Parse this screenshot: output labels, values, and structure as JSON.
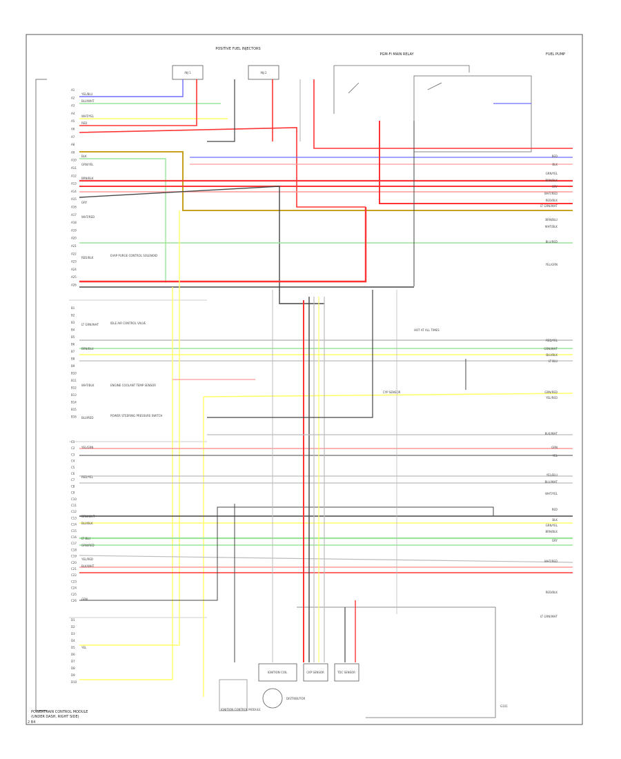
{
  "diagram": {
    "top_title": "POSITIVE FUEL INJECTORS",
    "top_right_title": "PGM-FI MAIN RELAY",
    "right_block_title": "FUEL PUMP",
    "bottom_left_title": "POWERTRAIN CONTROL MODULE",
    "bottom_left_subtitle": "(UNDER DASH, RIGHT SIDE)",
    "corner_code": "2 B4",
    "pin_labels": [
      "A1",
      "A2",
      "A3",
      "A4",
      "A5",
      "A6",
      "A7",
      "A8",
      "A9",
      "A10",
      "A11",
      "A12",
      "A13",
      "A14",
      "A15",
      "A16",
      "A17",
      "A18",
      "A19",
      "A20",
      "A21",
      "A22",
      "A23",
      "A24",
      "A25",
      "A26",
      "B1",
      "B2",
      "B3",
      "B4",
      "B5",
      "B6",
      "B7",
      "B8",
      "B9",
      "B10",
      "B11",
      "B12",
      "B13",
      "B14",
      "B15",
      "B16",
      "C1",
      "C2",
      "C3",
      "C4",
      "C5",
      "C6",
      "C7",
      "C8",
      "C9",
      "C10",
      "C11",
      "C12",
      "C13",
      "C14",
      "C15",
      "C16",
      "C17",
      "C18",
      "C19",
      "C20",
      "C21",
      "C22",
      "C23",
      "C24",
      "C25",
      "C26",
      "D1",
      "D2",
      "D3",
      "D4",
      "D5",
      "D6",
      "D7",
      "D8",
      "D9",
      "D10"
    ],
    "components": [
      {
        "id": "inj1",
        "label": "INJ 1"
      },
      {
        "id": "inj2",
        "label": "INJ 2"
      },
      {
        "id": "evap",
        "label": "EVAP PURGE CONTROL SOLENOID"
      },
      {
        "id": "iacv",
        "label": "IDLE AIR CONTROL VALVE"
      },
      {
        "id": "psp",
        "label": "POWER STEERING PRESSURE SWITCH"
      },
      {
        "id": "ect",
        "label": "ENGINE COOLANT TEMP SENSOR"
      },
      {
        "id": "ckp",
        "label": "CKP SENSOR"
      },
      {
        "id": "tdc",
        "label": "TDC SENSOR"
      },
      {
        "id": "cyp",
        "label": "CYP SENSOR"
      },
      {
        "id": "dist",
        "label": "DISTRIBUTOR"
      },
      {
        "id": "ign",
        "label": "IGNITION COIL"
      },
      {
        "id": "icm",
        "label": "IGNITION CONTROL MODULE"
      },
      {
        "id": "hot",
        "label": "HOT AT ALL TIMES"
      },
      {
        "id": "g101",
        "label": "G101"
      }
    ],
    "wire_labels": [
      "YEL/BLU",
      "BLU/WHT",
      "WHT/YEL",
      "RED",
      "BLK",
      "GRN/YEL",
      "BRN/BLK",
      "GRY",
      "WHT/RED",
      "RED/BLK",
      "LT GRN/WHT",
      "BRN/BLU",
      "WHT/BLK",
      "BLU/RED",
      "YEL/GRN",
      "RED/YEL",
      "GRN/WHT",
      "BLU/BLK",
      "LT BLU",
      "GRN/RED",
      "YEL/RED",
      "BLK/WHT",
      "GRN",
      "YEL"
    ]
  }
}
